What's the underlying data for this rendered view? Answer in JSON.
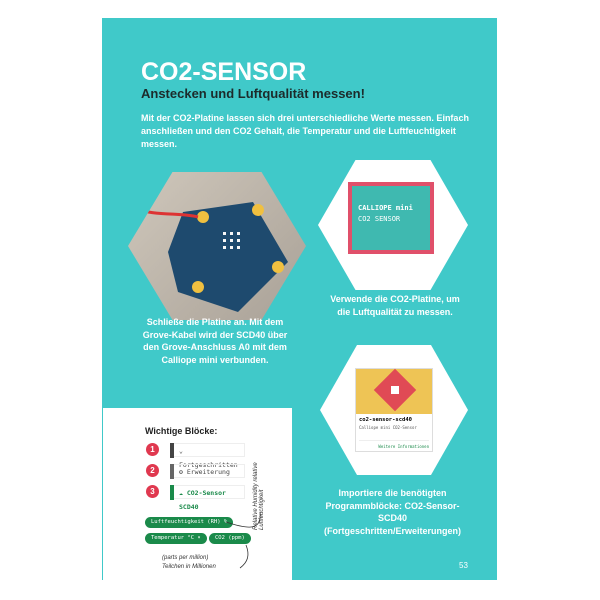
{
  "title": "CO2-SENSOR",
  "subtitle": "Anstecken und Luftqualität messen!",
  "intro": "Mit der CO2-Platine lassen sich drei unterschiedliche Werte messen. Einfach anschließen und den CO2 Gehalt, die Temperatur und die Luftfeuchtigkeit messen.",
  "captions": {
    "left": "Schließe die Platine an. Mit dem Grove-Kabel wird der SCD40 über den Grove-Anschluss A0 mit dem Calliope mini verbunden.",
    "right_top": "Verwende die CO2-Platine, um die Luftqualität zu messen.",
    "right_bottom": "Importiere die benötigten Programmblöcke: CO2-Sensor-SCD40 (Fortgeschritten/Erweiterungen)"
  },
  "box": {
    "line1": "CALLIOPE mini",
    "line2": "CO2 SENSOR"
  },
  "card": {
    "name": "co2-sensor-scd40",
    "desc": "Calliope mini CO2-Sensor",
    "link": "Weitere Informationen"
  },
  "blocks": {
    "title": "Wichtige Blöcke:",
    "items": [
      {
        "num": "1",
        "label": "Fortgeschritten",
        "color": "#444444"
      },
      {
        "num": "2",
        "label": "Erweiterung",
        "color": "#666666"
      },
      {
        "num": "3",
        "label": "CO2-Sensor SCD40",
        "color": "#1a8a4a"
      }
    ],
    "pills": {
      "humidity": "Luftfeuchtigkeit (RH) %",
      "temperature": "Temperatur °C ▾",
      "co2": "CO2 (ppm)"
    },
    "note_humidity": "Relative Humidity relative Luftfeuchtigkeit",
    "note_ppm1": "(parts per million)",
    "note_ppm2": "Teilchen in Millionen"
  },
  "page_number": "53"
}
